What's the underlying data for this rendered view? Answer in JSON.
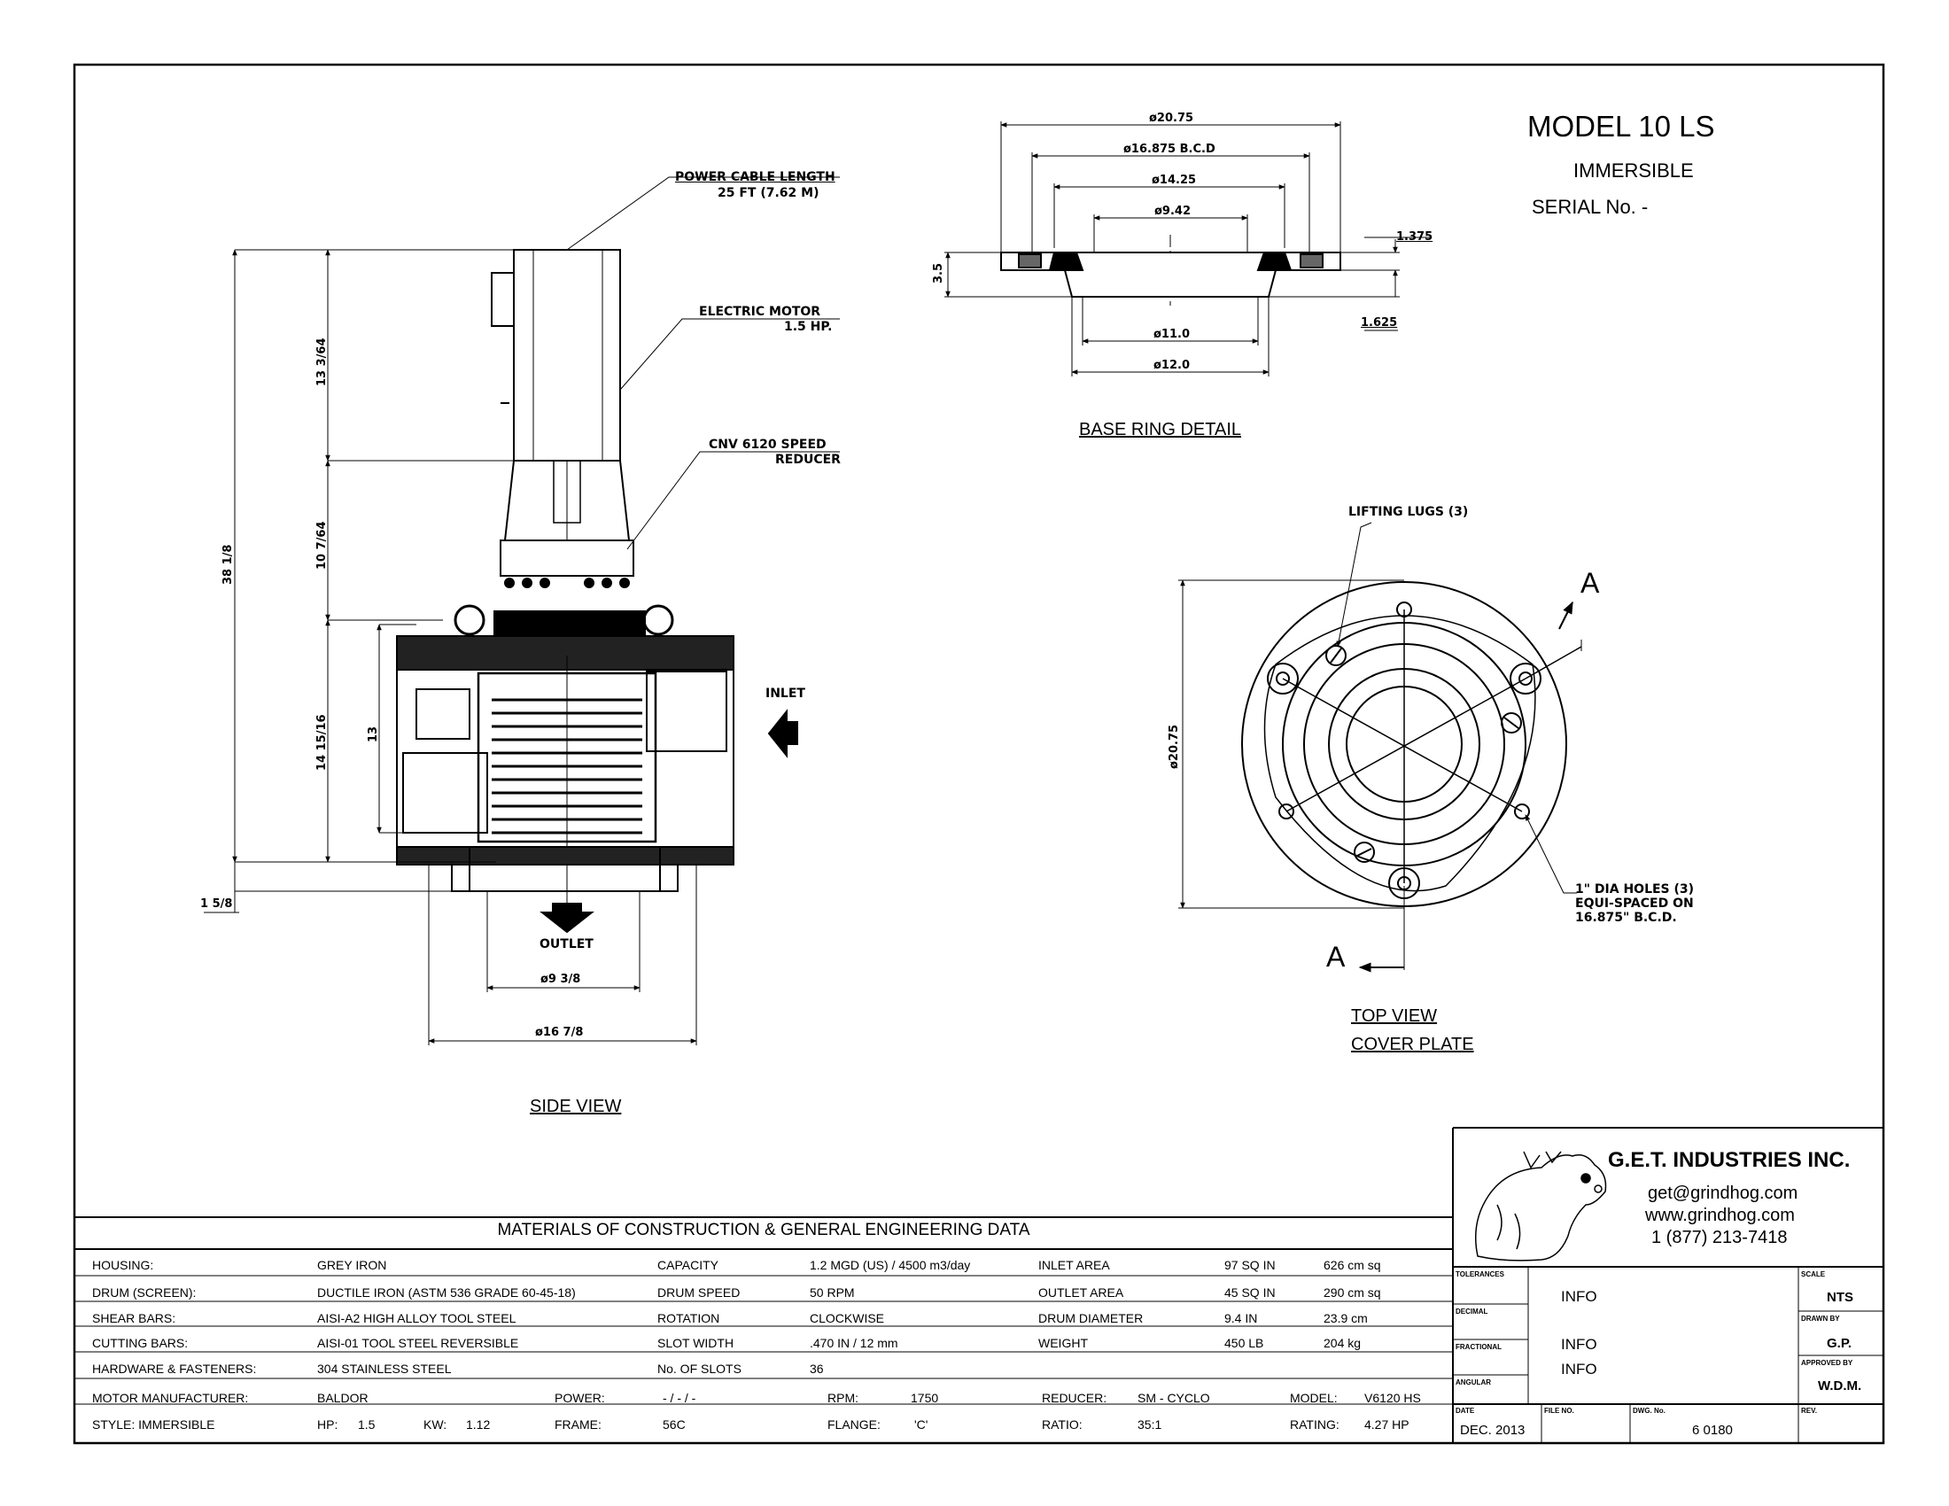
{
  "title_block": {
    "model": "MODEL 10 LS",
    "subtitle": "IMMERSIBLE",
    "serial": "SERIAL No. -"
  },
  "company": {
    "name": "G.E.T. INDUSTRIES INC.",
    "email": "get@grindhog.com",
    "web": "www.grindhog.com",
    "phone": "1 (877) 213-7418"
  },
  "side_view": {
    "caption": "SIDE VIEW",
    "callouts": {
      "cable_1": "POWER CABLE LENGTH",
      "cable_2": "25 FT (7.62 M)",
      "motor_1": "ELECTRIC MOTOR",
      "motor_2": "1.5 HP.",
      "reducer_1": "CNV 6120 SPEED",
      "reducer_2": "REDUCER",
      "inlet": "INLET",
      "outlet": "OUTLET"
    },
    "dims": {
      "overall": "38 1/8",
      "motor_h": "13 3/64",
      "reducer_h": "10 7/64",
      "body_h": "14 15/16",
      "inner_h": "13",
      "base_h": "1 5/8",
      "outlet_d": "ø9 3/8",
      "base_d": "ø16 7/8"
    }
  },
  "base_ring": {
    "caption": "BASE RING DETAIL",
    "dims": {
      "d1": "ø20.75",
      "d2": "ø16.875 B.C.D",
      "d3": "ø14.25",
      "d4": "ø9.42",
      "d5": "ø11.0",
      "d6": "ø12.0",
      "h1": "3.5",
      "h2": "1.375",
      "h3": "1.625"
    }
  },
  "top_view": {
    "caption_1": "TOP VIEW",
    "caption_2": "COVER PLATE",
    "lugs": "LIFTING LUGS (3)",
    "holes_1": "1\" DIA HOLES (3)",
    "holes_2": "EQUI-SPACED ON",
    "holes_3": "16.875\" B.C.D.",
    "section": "A",
    "dim": "ø20.75"
  },
  "table": {
    "title": "MATERIALS OF CONSTRUCTION & GENERAL ENGINEERING DATA",
    "rows": [
      [
        "HOUSING:",
        "GREY IRON",
        "CAPACITY",
        "1.2 MGD (US)  / 4500 m3/day",
        "INLET AREA",
        "97 SQ IN",
        "626 cm sq"
      ],
      [
        "DRUM (SCREEN):",
        "DUCTILE IRON (ASTM 536 GRADE 60-45-18)",
        "DRUM SPEED",
        "50 RPM",
        "OUTLET AREA",
        "45 SQ IN",
        "290 cm sq"
      ],
      [
        "SHEAR BARS:",
        "AISI-A2 HIGH ALLOY TOOL STEEL",
        "ROTATION",
        "CLOCKWISE",
        "DRUM DIAMETER",
        "9.4 IN",
        "23.9 cm"
      ],
      [
        "CUTTING BARS:",
        "AISI-01 TOOL STEEL REVERSIBLE",
        "SLOT WIDTH",
        ".470 IN /  12 mm",
        "WEIGHT",
        "450 LB",
        "204 kg"
      ],
      [
        "HARDWARE & FASTENERS:",
        "304 STAINLESS STEEL",
        "No. OF SLOTS",
        "36",
        "",
        "",
        ""
      ]
    ],
    "motor_row": {
      "a": "MOTOR MANUFACTURER:",
      "b": "BALDOR",
      "c": "POWER:",
      "d": "- / - / -",
      "e": "RPM:",
      "f": "1750",
      "g": "REDUCER:",
      "h": "SM - CYCLO",
      "i": "MODEL:",
      "j": "V6120 HS"
    },
    "style_row": {
      "a": "STYLE:   IMMERSIBLE",
      "b": "HP:",
      "b2": "1.5",
      "b3": "KW:",
      "b4": "1.12",
      "c": "FRAME:",
      "d": "56C",
      "e": "FLANGE:",
      "f": "'C'",
      "g": "RATIO:",
      "h": "35:1",
      "i": "RATING:",
      "j": "4.27 HP"
    }
  },
  "titleblock_cells": {
    "tolerances": "TOLERANCES",
    "decimal": "DECIMAL",
    "fractional": "FRACTIONAL",
    "angular": "ANGULAR",
    "info1": "INFO",
    "info2": "INFO",
    "info3": "INFO",
    "scale_lbl": "SCALE",
    "scale": "NTS",
    "drawn_lbl": "DRAWN BY",
    "drawn": "G.P.",
    "approved_lbl": "APPROVED BY",
    "approved": "W.D.M.",
    "date_lbl": "DATE",
    "date": "DEC. 2013",
    "file_lbl": "FILE NO.",
    "dwg_lbl": "DWG. No.",
    "dwg": "6 0180",
    "rev_lbl": "REV."
  }
}
